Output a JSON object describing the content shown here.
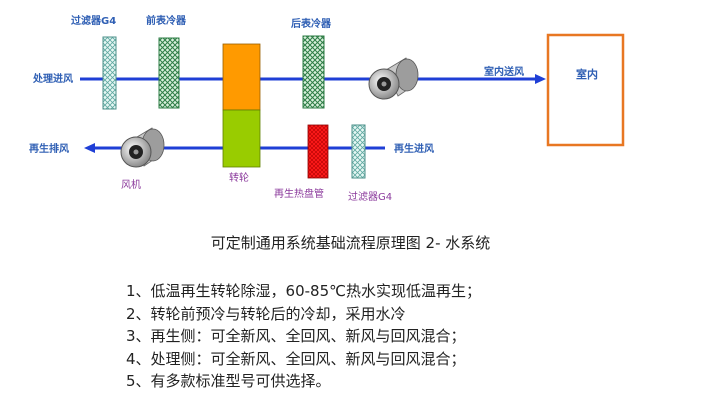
{
  "labels": {
    "filter_top": "过滤器G4",
    "precooler": "前表冷器",
    "aftercooler": "后表冷器",
    "process_in": "处理进风",
    "supply_air": "室内送风",
    "room": "室内",
    "regen_exhaust": "再生排风",
    "regen_in": "再生进风",
    "fan": "风机",
    "wheel": "转轮",
    "regen_heater": "再生热盘管",
    "filter_bottom": "过滤器G4"
  },
  "caption": "可定制通用系统基础流程原理图 2- 水系统",
  "notes": [
    "1、低温再生转轮除湿，60-85℃热水实现低温再生；",
    "2、转轮前预冷与转轮后的冷却，采用水冷",
    "3、再生侧：可全新风、全回风、新风与回风混合；",
    "4、处理侧：可全新风、全回风、新风与回风混合；",
    "5、有多款标准型号可供选择。"
  ],
  "colors": {
    "air_line": "#1f3fd6",
    "wheel_top": "#ff9a00",
    "wheel_bottom": "#99cc00",
    "heater": "#ff1a1a",
    "room_border": "#e87722",
    "label_blue": "#2f5fb4",
    "label_purple": "#8b3a9c"
  }
}
